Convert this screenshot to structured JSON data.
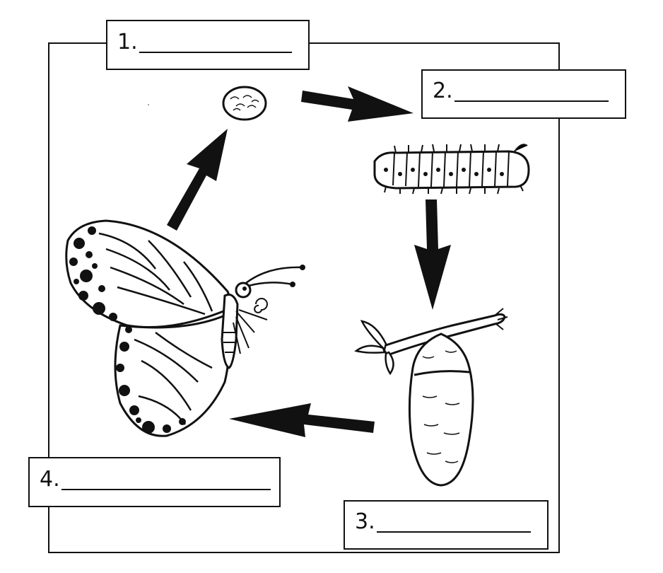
{
  "labels": [
    {
      "id": "1",
      "text": "1."
    },
    {
      "id": "2",
      "text": "2."
    },
    {
      "id": "3",
      "text": "3."
    },
    {
      "id": "4",
      "text": "4."
    }
  ],
  "stages": [
    "egg-icon",
    "caterpillar-icon",
    "chrysalis-icon",
    "butterfly-icon"
  ],
  "colors": {
    "ink": "#111111",
    "paper": "#ffffff"
  }
}
